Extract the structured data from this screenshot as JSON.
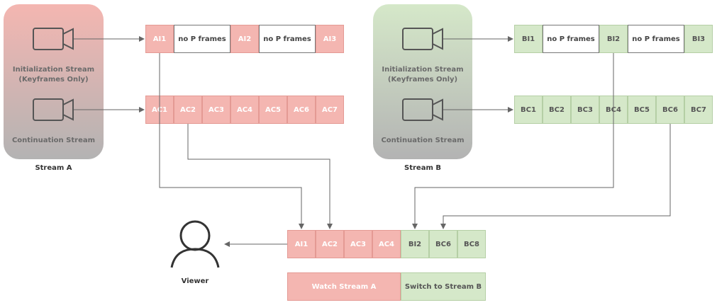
{
  "stream_a": {
    "init_label_line1": "Initialization Stream",
    "init_label_line2": "(Keyframes Only)",
    "cont_label": "Continuation Stream",
    "name": "Stream A",
    "init_frames": [
      "AI1",
      "no P frames",
      "AI2",
      "no P frames",
      "AI3"
    ],
    "cont_frames": [
      "AC1",
      "AC2",
      "AC3",
      "AC4",
      "AC5",
      "AC6",
      "AC7"
    ]
  },
  "stream_b": {
    "init_label_line1": "Initialization Stream",
    "init_label_line2": "(Keyframes Only)",
    "cont_label": "Continuation Stream",
    "name": "Stream B",
    "init_frames": [
      "BI1",
      "no P frames",
      "BI2",
      "no P frames",
      "BI3"
    ],
    "cont_frames": [
      "BC1",
      "BC2",
      "BC3",
      "BC4",
      "BC5",
      "BC6",
      "BC7"
    ]
  },
  "output_frames": [
    "AI1",
    "AC2",
    "AC3",
    "AC4",
    "BI2",
    "BC6",
    "BC8"
  ],
  "viewer_label": "Viewer",
  "legend": {
    "watch": "Watch Stream A",
    "switch": "Switch to Stream B"
  },
  "colors": {
    "stream_a": "#f4b6b1",
    "stream_b": "#d5e8c9",
    "line": "#666666"
  },
  "icons": [
    "video-camera-icon",
    "person-icon"
  ]
}
